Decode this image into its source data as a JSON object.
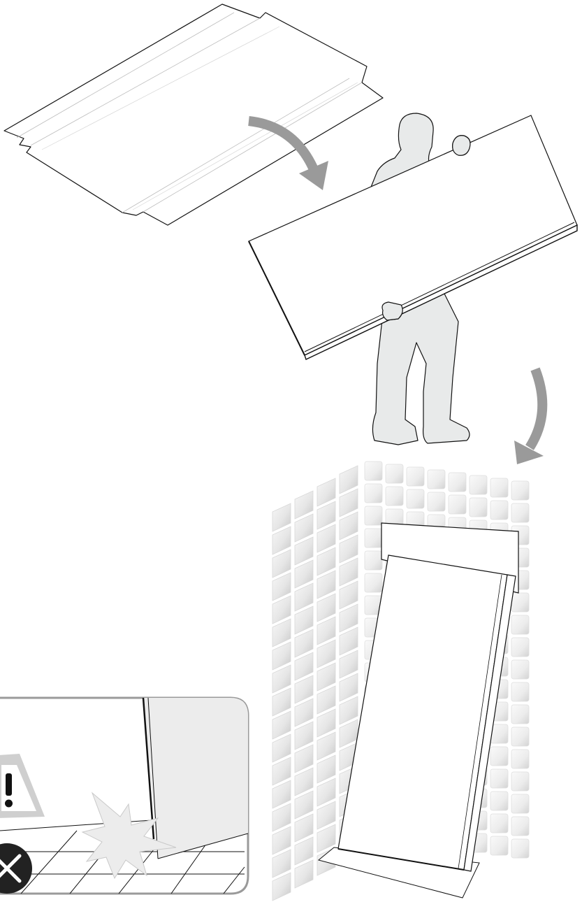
{
  "title": "",
  "steps": [
    {
      "id": "box-lying-flat",
      "description": ""
    },
    {
      "id": "carry-panel",
      "description": ""
    },
    {
      "id": "lean-panel-against-wall",
      "description": ""
    }
  ],
  "warning": {
    "icons": [
      "warning-triangle-icon",
      "prohibited-x-icon"
    ],
    "meaning": "do-not-drop-panel-on-corner"
  },
  "colors": {
    "line": "#111111",
    "person_fill": "#e8eaea",
    "arrow": "#9a9a9a",
    "tile_light": "#f2f2f2",
    "tile_dark": "#cfcfcf",
    "warning_box_border": "#9a9a9a",
    "prohibited_fill": "#222222"
  }
}
